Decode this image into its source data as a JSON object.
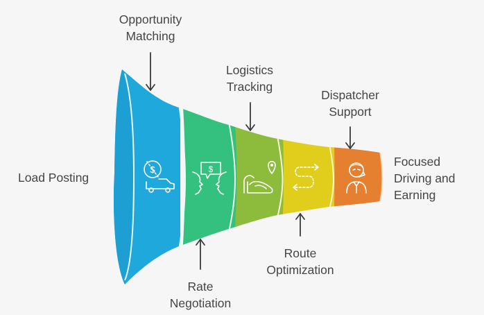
{
  "title": "Load-to-earnings funnel",
  "stages": [
    {
      "id": "load-posting",
      "label": [
        "Load Posting"
      ],
      "color": "#1fa8dc",
      "icon": "money-circle-truck-icon"
    },
    {
      "id": "opportunity-matching",
      "label": [
        "Opportunity",
        "Matching"
      ],
      "color": "#1fa8dc",
      "icon": "money-circle-truck-icon"
    },
    {
      "id": "rate-negotiation",
      "label": [
        "Rate",
        "Negotiation"
      ],
      "color": "#34c17f",
      "icon": "faces-dollar-speech-icon"
    },
    {
      "id": "logistics-tracking",
      "label": [
        "Logistics",
        "Tracking"
      ],
      "color": "#8dbb3c",
      "icon": "map-pin-train-icon"
    },
    {
      "id": "route-optimization",
      "label": [
        "Route",
        "Optimization"
      ],
      "color": "#e0cd1c",
      "icon": "route-arrows-icon"
    },
    {
      "id": "dispatcher-support",
      "label": [
        "Dispatcher",
        "Support"
      ],
      "color": "#e4802f",
      "icon": "headset-agent-icon"
    },
    {
      "id": "focused-driving",
      "label": [
        "Focused",
        "Driving and",
        "Earning"
      ],
      "color": "#e4802f",
      "icon": ""
    }
  ],
  "colors": {
    "background": "#f6f6f6",
    "text": "#454545",
    "arrow": "#3a3a3a",
    "separator": "#e9fbf6"
  }
}
